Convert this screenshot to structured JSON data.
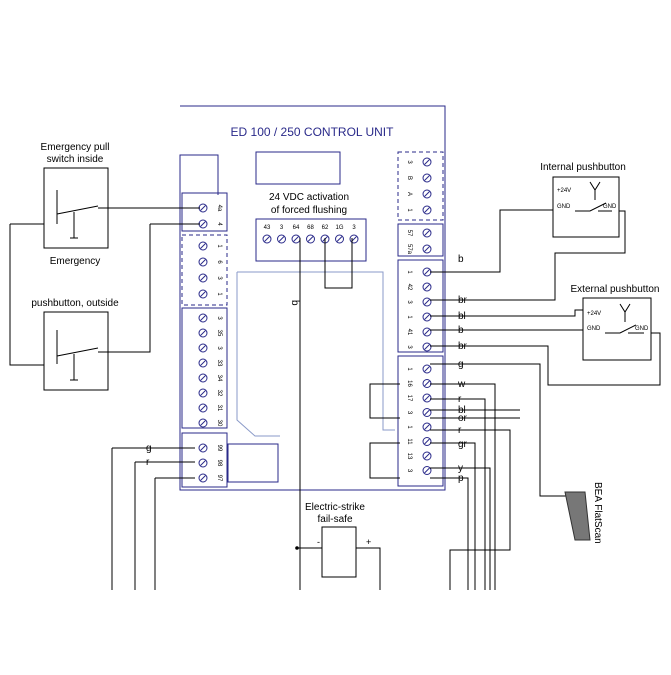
{
  "unit_title": "ED 100 / 250 CONTROL UNIT",
  "activation_label_1": "24 VDC activation",
  "activation_label_2": "of forced flushing",
  "top_terminals": [
    "43",
    "3",
    "64",
    "68",
    "62",
    "1G",
    "3"
  ],
  "left_terminals_a": [
    "4a",
    "4"
  ],
  "left_terminals_b": [
    "1",
    "6",
    "3",
    "1"
  ],
  "left_terminals_c": [
    "3",
    "35",
    "3",
    "33",
    "34",
    "32",
    "31",
    "30"
  ],
  "left_terminals_d": [
    "99",
    "98",
    "97"
  ],
  "right_terminals_a": [
    "3",
    "B",
    "A",
    "1"
  ],
  "right_terminals_b": [
    "57",
    "57a"
  ],
  "right_terminals_c": [
    "1",
    "42",
    "3",
    "1",
    "41",
    "3"
  ],
  "right_terminals_d": [
    "1",
    "16",
    "17",
    "3",
    "1",
    "11",
    "13",
    "3"
  ],
  "emergency_pull_1": "Emergency pull",
  "emergency_pull_2": "switch inside",
  "emergency_push_1": "Emergency",
  "emergency_push_2": "pushbutton, outside",
  "internal_pb": "Internal pushbutton",
  "external_pb": "External pushbutton",
  "pb_plus": "+24V",
  "pb_gnd": "GND",
  "wire_labels_right": [
    "b",
    "br",
    "bl",
    "b",
    "br",
    "g",
    "w",
    "r",
    "bl",
    "or",
    "r",
    "gr",
    "y",
    "p"
  ],
  "wire_label_g": "g",
  "wire_label_r": "r",
  "wire_label_b": "b",
  "strike_1": "Electric-strike",
  "strike_2": "fail-safe",
  "minus": "-",
  "plus": "+",
  "sensor_label": "BEA FlatScan"
}
